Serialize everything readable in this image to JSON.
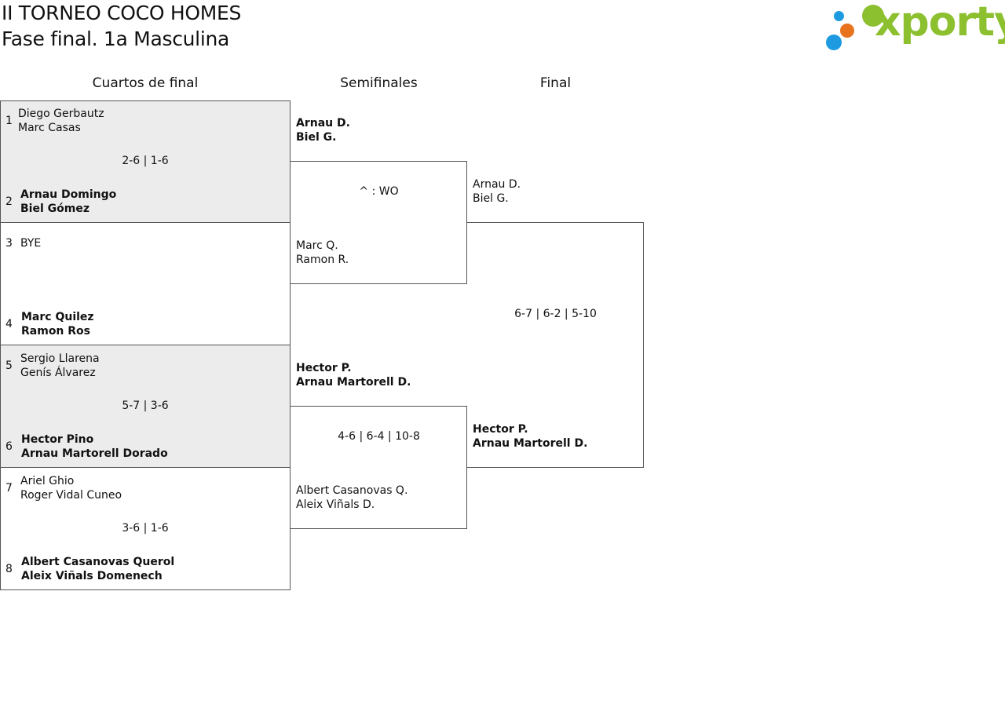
{
  "header": {
    "title": "II TORNEO COCO HOMES",
    "subtitle": "Fase final. 1a Masculina",
    "logo_text": "xporty"
  },
  "colors": {
    "dot_green": "#8cc02f",
    "dot_blue": "#1e9be0",
    "dot_orange": "#e8731f",
    "logo_text": "#8cc02f",
    "shaded": "#ececec"
  },
  "rounds": [
    "Cuartos de final",
    "Semifinales",
    "Final"
  ],
  "quarterfinals": [
    {
      "top_seed": "1",
      "top_p1": "Diego Gerbautz",
      "top_p2": "Marc Casas",
      "score": "2-6 | 1-6",
      "bot_seed": "2",
      "bot_p1": "Arnau Domingo",
      "bot_p2": "Biel Gómez"
    },
    {
      "top_seed": "3",
      "top_p1": "BYE",
      "top_p2": "",
      "score": "",
      "bot_seed": "4",
      "bot_p1": "Marc Quilez",
      "bot_p2": "Ramon Ros"
    },
    {
      "top_seed": "5",
      "top_p1": "Sergio Llarena",
      "top_p2": "Genís Álvarez",
      "score": "5-7 | 3-6",
      "bot_seed": "6",
      "bot_p1": "Hector Pino",
      "bot_p2": "Arnau Martorell Dorado"
    },
    {
      "top_seed": "7",
      "top_p1": "Ariel Ghio",
      "top_p2": "Roger Vidal Cuneo",
      "score": "3-6 | 1-6",
      "bot_seed": "8",
      "bot_p1": "Albert Casanovas Querol",
      "bot_p2": "Aleix Viñals Domenech"
    }
  ],
  "semifinals": [
    {
      "top_p1": "Arnau D.",
      "top_p2": "Biel G.",
      "score": "^ : WO",
      "bot_p1": "Marc Q.",
      "bot_p2": "Ramon R."
    },
    {
      "top_p1": "Hector P.",
      "top_p2": "Arnau Martorell D.",
      "score": "4-6 | 6-4 | 10-8",
      "bot_p1": "Albert Casanovas Q.",
      "bot_p2": "Aleix Viñals D."
    }
  ],
  "final": {
    "top_p1": "Arnau D.",
    "top_p2": "Biel G.",
    "score": "6-7 | 6-2 | 5-10",
    "bot_p1": "Hector P.",
    "bot_p2": "Arnau Martorell D."
  }
}
